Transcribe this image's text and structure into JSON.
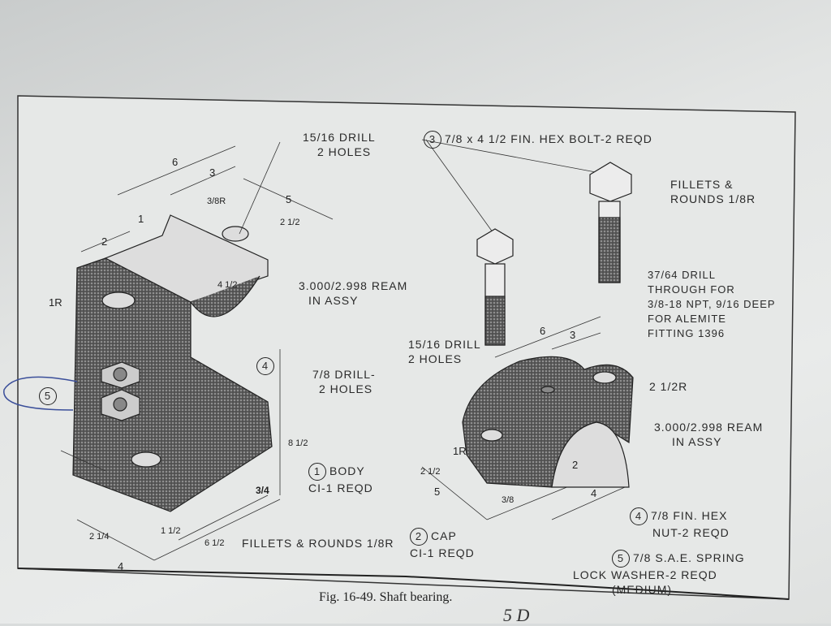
{
  "caption": "Fig. 16-49. Shaft bearing.",
  "handwriting": "5 D",
  "callouts": {
    "drill_top": {
      "line1": "15/16 DRILL",
      "line2": "2 HOLES"
    },
    "bolt": {
      "number": "3",
      "text": "7/8 x 4 1/2 FIN. HEX BOLT-2 REQD"
    },
    "fillets_right": {
      "line1": "FILLETS &",
      "line2": "ROUNDS 1/8R"
    },
    "ream_left": {
      "line1": "3.000/2.998 REAM",
      "line2": "IN ASSY"
    },
    "drill_alemite": {
      "line1": "37/64 DRILL",
      "line2": "THROUGH FOR",
      "line3": "3/8-18 NPT, 9/16 DEEP",
      "line4": "FOR ALEMITE",
      "line5": "FITTING 1396"
    },
    "drill_cap": {
      "line1": "15/16 DRILL",
      "line2": "2 HOLES"
    },
    "drill_78": {
      "line1": "7/8 DRILL-",
      "line2": "2 HOLES"
    },
    "radius_cap": "2 1/2R",
    "ream_right": {
      "line1": "3.000/2.998 REAM",
      "line2": "IN ASSY"
    },
    "body": {
      "number": "1",
      "line1": "BODY",
      "line2": "CI-1 REQD"
    },
    "cap": {
      "number": "2",
      "line1": "CAP",
      "line2": "CI-1 REQD"
    },
    "nut": {
      "number": "4",
      "line1": "7/8 FIN. HEX",
      "line2": "NUT-2 REQD"
    },
    "washer": {
      "number": "5",
      "line1": "7/8 S.A.E. SPRING",
      "line2": "LOCK WASHER-2 REQD",
      "line3": "(MEDIUM)"
    },
    "fillets_bottom": "FILLETS & ROUNDS 1/8R",
    "nut_marker": "4",
    "washer_marker": "5"
  },
  "dimensions": {
    "d6": "6",
    "d3": "3",
    "d5": "5",
    "d2": "2",
    "d1": "1",
    "d3_8r": "3/8R",
    "d2_1_2": "2 1/2",
    "d4_1_2": "4 1/2",
    "d8_1_2": "8 1/2",
    "d2_1_4": "2 1/4",
    "d4": "4",
    "d1_1_2": "1 1/2",
    "d6_1_2": "6 1/2",
    "d3_4": "3/4",
    "cap_6": "6",
    "cap_3": "3",
    "cap_2_1_2": "2 1/2",
    "cap_5": "5",
    "cap_3_8": "3/8",
    "cap_4": "4",
    "cap_2": "2",
    "r1": "1R",
    "r1_cap": "1R"
  },
  "colors": {
    "paper": "#e6e8e7",
    "ink": "#2a2a2a",
    "shading": "#4a4a4a",
    "pen": "#3b4f9a"
  }
}
